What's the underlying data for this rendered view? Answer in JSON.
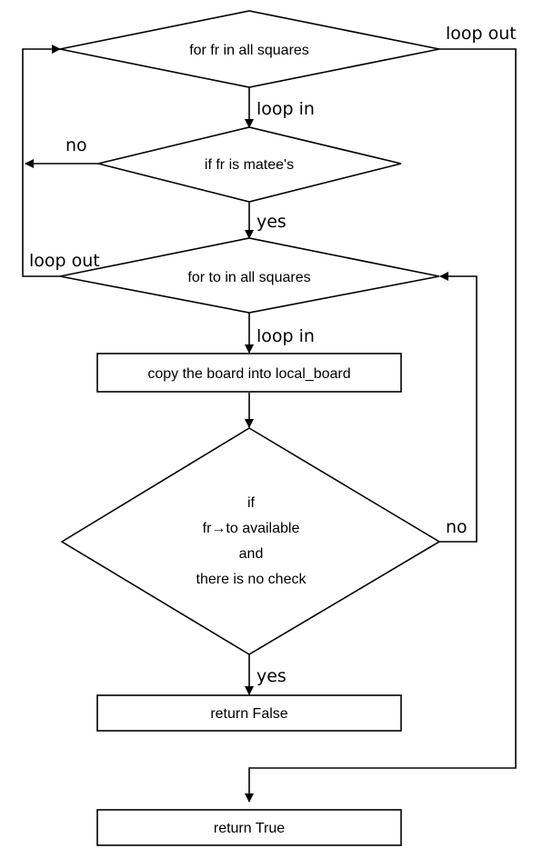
{
  "nodes": {
    "loop_outer": "for fr in all squares",
    "check_matee": "if fr is  matee's",
    "loop_inner": "for to in all squares",
    "copy_board": "copy the board into local_board",
    "condition": {
      "line1": "if",
      "line2": "fr→to available",
      "line3": "and",
      "line4": "there is no check"
    },
    "return_false": "return False",
    "return_true": "return True"
  },
  "edge_labels": {
    "outer_loop_out": "loop out",
    "outer_loop_in": "loop in",
    "matee_no": "no",
    "matee_yes": "yes",
    "inner_loop_out": "loop out",
    "inner_loop_in": "loop in",
    "condition_no": "no",
    "condition_yes": "yes"
  }
}
